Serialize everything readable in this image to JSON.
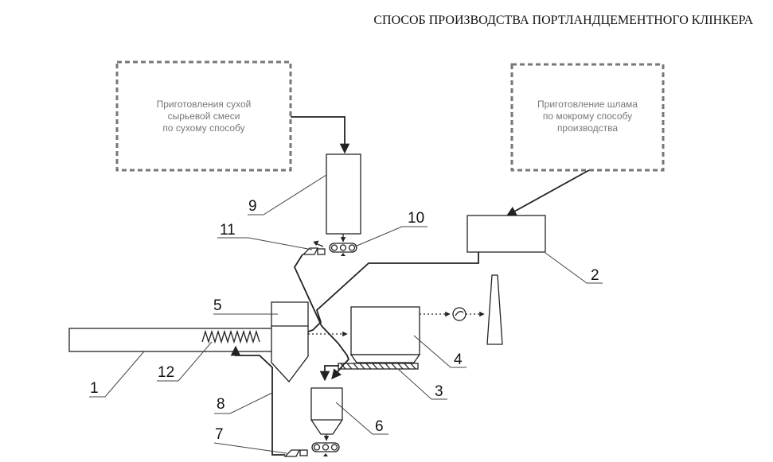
{
  "title": "СПОСОБ ПРОИЗВОДСТВА ПОРТЛАНДЦЕМЕНТНОГО КЛІНКЕРА",
  "boxes": {
    "dry": [
      "Приготовления сухой",
      "сырьевой смеси",
      "по сухому способу"
    ],
    "wet": [
      "Приготовление шлама",
      "по мокрому способу",
      "производства"
    ]
  },
  "labels": {
    "n1": "1",
    "n2": "2",
    "n3": "3",
    "n4": "4",
    "n5": "5",
    "n6": "6",
    "n7": "7",
    "n8": "8",
    "n9": "9",
    "n10": "10",
    "n11": "11",
    "n12": "12"
  }
}
